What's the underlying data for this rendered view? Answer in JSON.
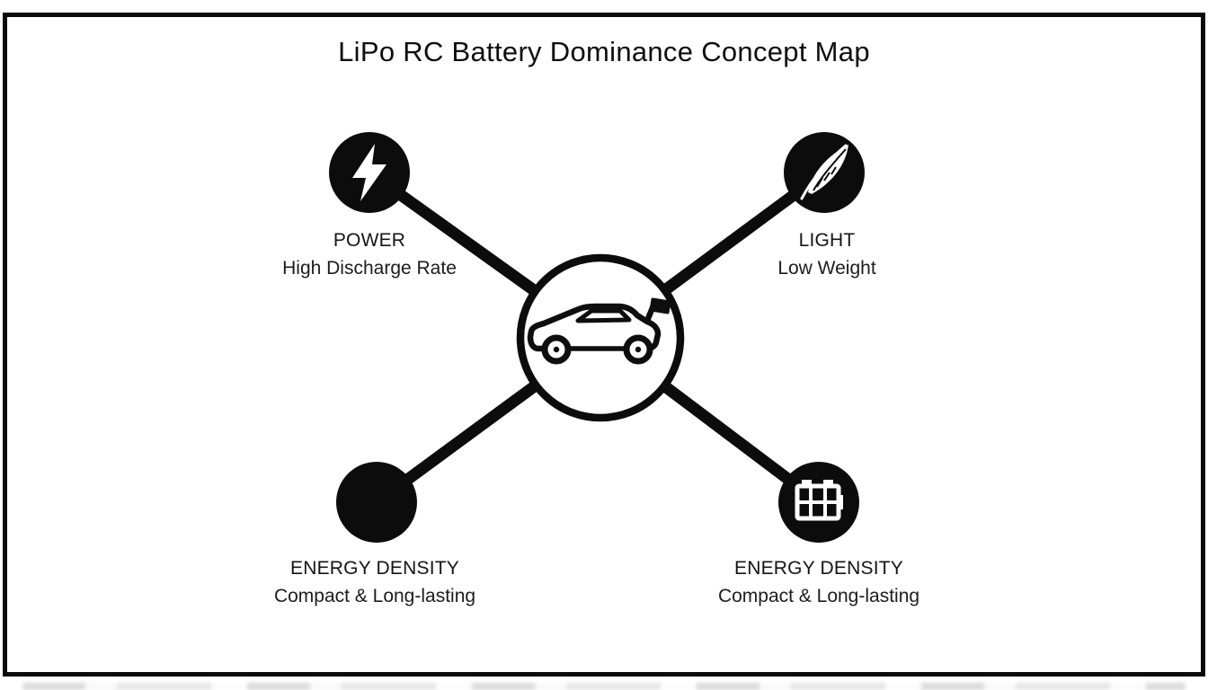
{
  "title": "LiPo RC Battery Dominance Concept Map",
  "center_node": {
    "icon": "rc-car-icon",
    "description": "RC car in circle"
  },
  "nodes": [
    {
      "position": "top-left",
      "icon": "lightning-bolt-icon",
      "label": "POWER",
      "sublabel": "High Discharge Rate"
    },
    {
      "position": "top-right",
      "icon": "feather-icon",
      "label": "LIGHT",
      "sublabel": "Low Weight"
    },
    {
      "position": "bottom-left",
      "icon": "none",
      "label": "ENERGY DENSITY",
      "sublabel": "Compact & Long-lasting"
    },
    {
      "position": "bottom-right",
      "icon": "battery-icon",
      "label": "ENERGY DENSITY",
      "sublabel": "Compact & Long-lasting"
    }
  ],
  "colors": {
    "ink": "#0c0c0c",
    "background": "#ffffff"
  }
}
